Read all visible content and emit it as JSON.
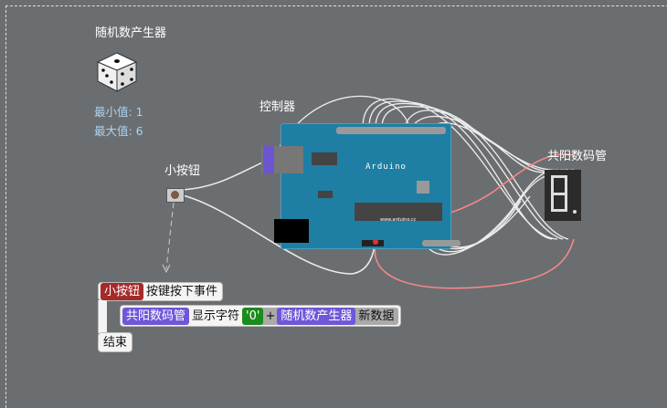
{
  "components": {
    "random": {
      "title": "随机数产生器",
      "min_label": "最小值: 1",
      "max_label": "最大值: 6"
    },
    "controller": {
      "title": "控制器",
      "board_name": "Arduino",
      "board_url": "www.arduino.cc"
    },
    "button": {
      "title": "小按钮"
    },
    "display": {
      "title": "共阳数码管"
    }
  },
  "code": {
    "event": {
      "component": "小按钮",
      "text": "按键按下事件"
    },
    "statement": {
      "component": "共阳数码管",
      "action": "显示字符",
      "literal": "'0'",
      "op": "+",
      "source": "随机数产生器",
      "source_field": "新数据"
    },
    "end": "结束"
  },
  "colors": {
    "background": "#6b6e71",
    "board": "#1f7ea3",
    "event_chip": "#a52a2a",
    "component_chip": "#7056d8",
    "literal_chip": "#1c8c1c"
  }
}
